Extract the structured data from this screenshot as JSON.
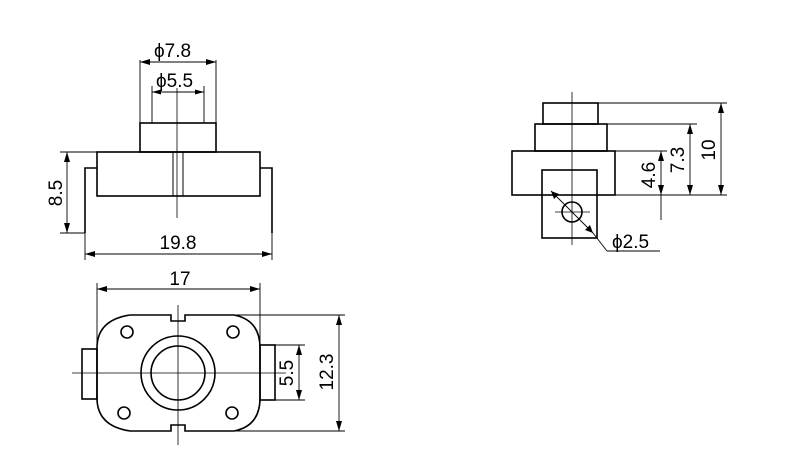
{
  "drawing": {
    "front_view": {
      "stem_outer_diameter": "ϕ7.8",
      "stem_inner_diameter": "ϕ5.5",
      "height": "8.5",
      "overall_width": "19.8"
    },
    "side_view": {
      "height_small": "4.6",
      "height_mid": "7.3",
      "height_total": "10",
      "hole_diameter": "ϕ2.5"
    },
    "top_view": {
      "body_width": "17",
      "tab_height": "5.5",
      "body_height": "12.3"
    },
    "colors": {
      "line": "#000000",
      "background": "#ffffff"
    }
  }
}
